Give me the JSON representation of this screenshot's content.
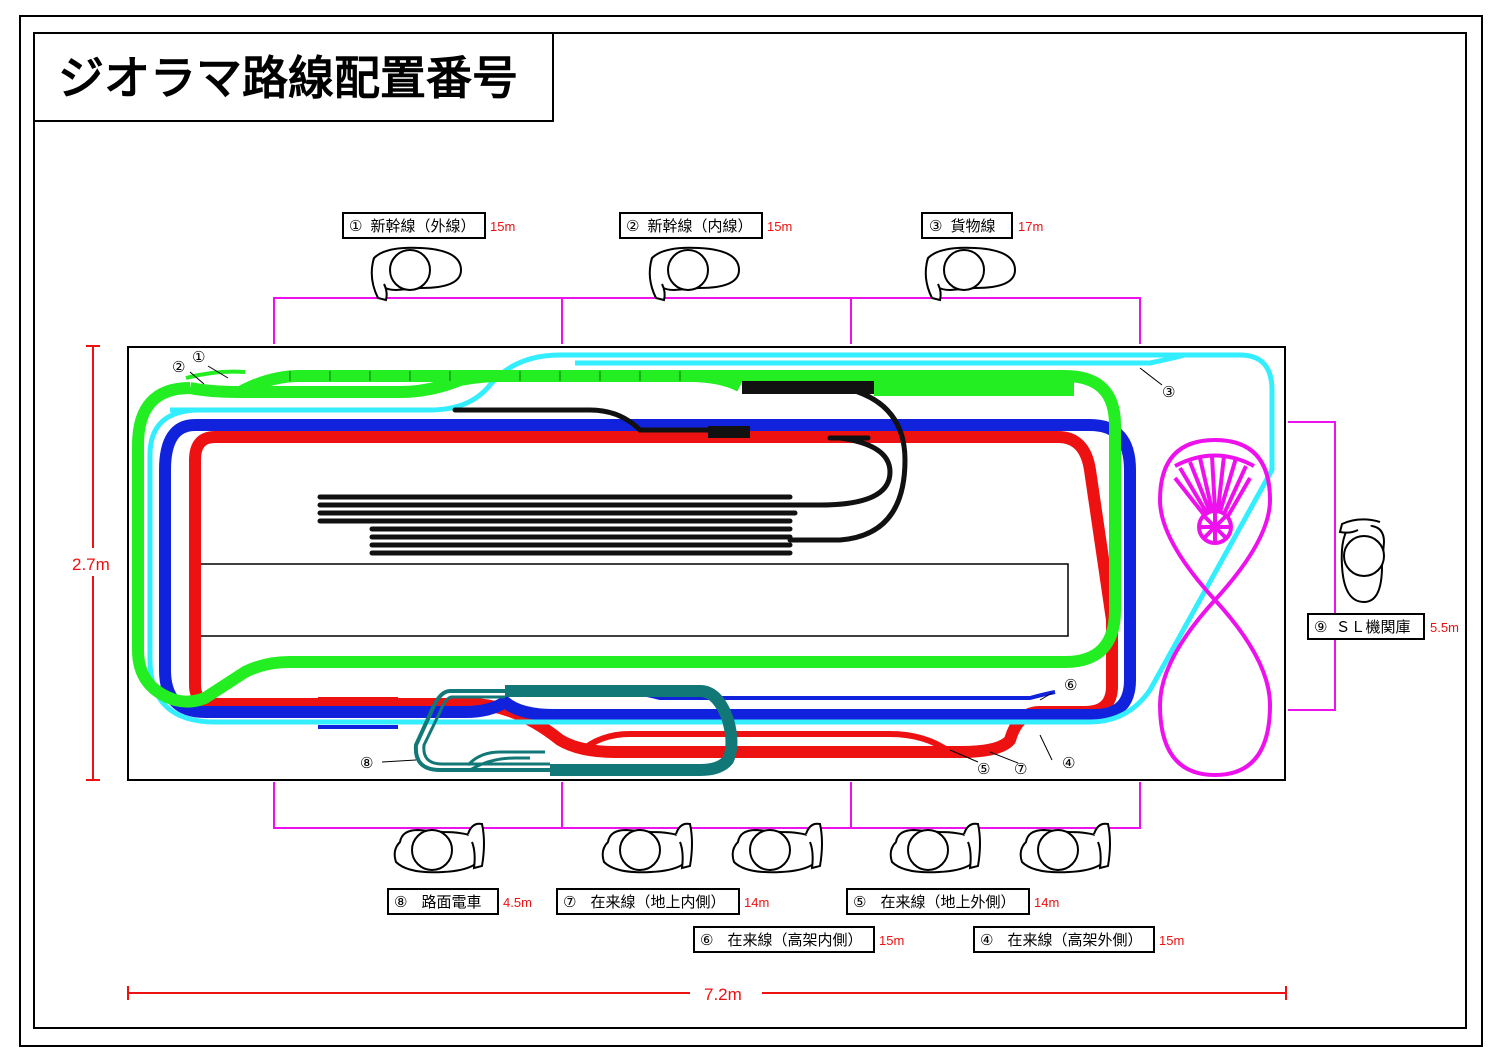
{
  "title": "ジオラマ路線配置番号",
  "dimensions": {
    "height": "2.7m",
    "width": "7.2m"
  },
  "colors": {
    "green": "#22ee22",
    "cyan": "#33eeff",
    "blue": "#1122dd",
    "red": "#ee1111",
    "black": "#111111",
    "teal": "#117777",
    "magenta": "#ee11ee",
    "dim": "#ee1111"
  },
  "lines": [
    {
      "id": "1",
      "num": "①",
      "name": "新幹線（外線）",
      "length": "15m"
    },
    {
      "id": "2",
      "num": "②",
      "name": "新幹線（内線）",
      "length": "15m"
    },
    {
      "id": "3",
      "num": "③",
      "name": "貨物線",
      "length": "17m"
    },
    {
      "id": "4",
      "num": "④",
      "name": "在来線（高架外側）",
      "length": "15m"
    },
    {
      "id": "5",
      "num": "⑤",
      "name": "在来線（地上外側）",
      "length": "14m"
    },
    {
      "id": "6",
      "num": "⑥",
      "name": "在来線（高架内側）",
      "length": "15m"
    },
    {
      "id": "7",
      "num": "⑦",
      "name": "在来線（地上内側）",
      "length": "14m"
    },
    {
      "id": "8",
      "num": "⑧",
      "name": "路面電車",
      "length": "4.5m"
    },
    {
      "id": "9",
      "num": "⑨",
      "name": "ＳＬ機関庫",
      "length": "5.5m"
    }
  ],
  "track_markers": {
    "m1": "①",
    "m2": "②",
    "m3": "③",
    "m4": "④",
    "m5": "⑤",
    "m6": "⑥",
    "m7": "⑦",
    "m8": "⑧"
  }
}
